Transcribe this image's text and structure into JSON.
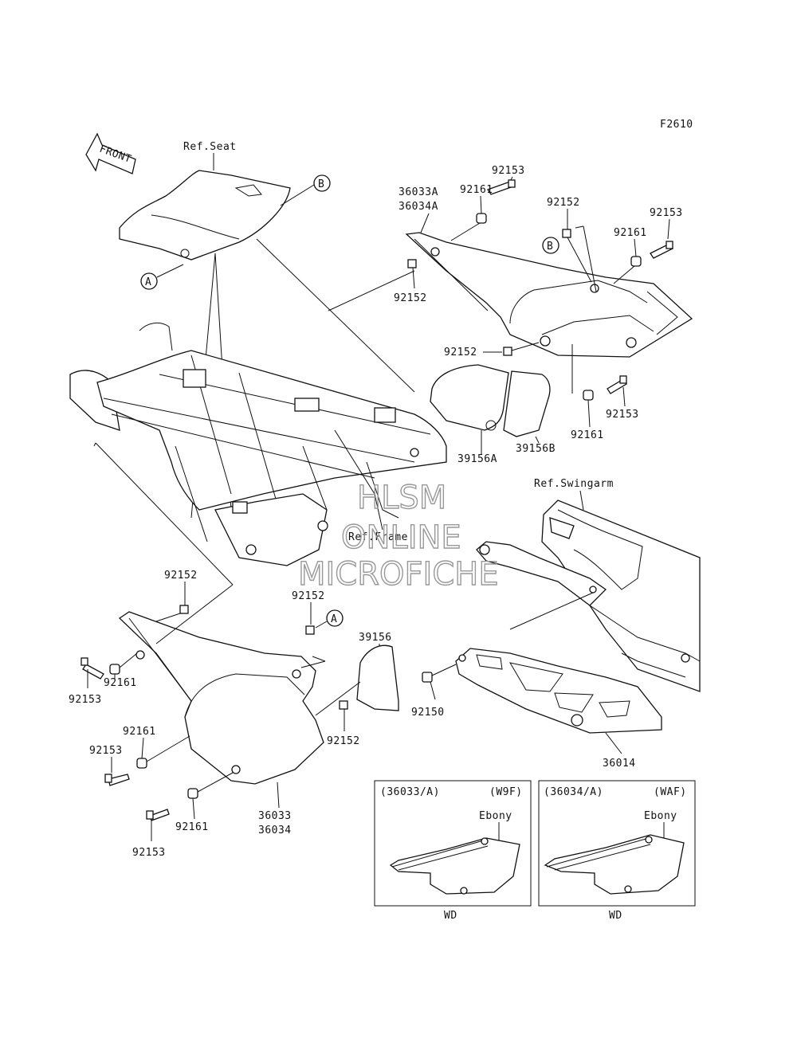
{
  "figure_code": "F2610",
  "front_arrow": "FRONT",
  "refs": {
    "seat": "Ref.Seat",
    "frame": "Ref.Frame",
    "swingarm": "Ref.Swingarm"
  },
  "callouts": {
    "a": "A",
    "b": "B"
  },
  "part_numbers": {
    "p36033A": "36033A",
    "p36034A": "36034A",
    "p92161_a": "92161",
    "p92153_a": "92153",
    "p92152_a": "92152",
    "p92153_b": "92153",
    "p92161_b": "92161",
    "p92152_b": "92152",
    "p92152_c": "92152",
    "p92153_c": "92153",
    "p92161_c": "92161",
    "p39156A": "39156A",
    "p39156B": "39156B",
    "p92152_d": "92152",
    "p92152_e": "92152",
    "p39156": "39156",
    "p92161_d": "92161",
    "p92153_d": "92153",
    "p92161_e": "92161",
    "p92153_e": "92153",
    "p92161_f": "92161",
    "p92153_f": "92153",
    "p92152_f": "92152",
    "p36033": "36033",
    "p36034": "36034",
    "p92150": "92150",
    "p36014": "36014"
  },
  "insets": [
    {
      "part": "(36033/A)",
      "code": "(W9F)",
      "color": "Ebony",
      "variant": "WD"
    },
    {
      "part": "(36034/A)",
      "code": "(WAF)",
      "color": "Ebony",
      "variant": "WD"
    }
  ],
  "watermark": {
    "line1": "HLSM",
    "line2": "ONLINE",
    "line3": "MICROFICHE"
  }
}
